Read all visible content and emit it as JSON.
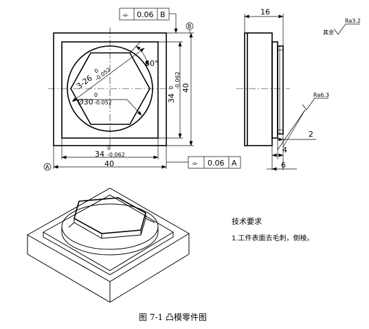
{
  "front_view": {
    "flatness_top": {
      "symbol": "⌯",
      "value": "0.06",
      "datum": "B"
    },
    "flatness_bottom": {
      "symbol": "⌯",
      "value": "0.06",
      "datum": "A"
    },
    "datum_a": "A",
    "datum_b": "B",
    "hex_dim_value": "3-26",
    "hex_dim_upper": "0",
    "hex_dim_lower": "-0.052",
    "angle": "60°",
    "circle_dim_value": "Ø30",
    "circle_dim_upper": "0",
    "circle_dim_lower": "-0.052",
    "inner_width_value": "34",
    "inner_width_upper": "0",
    "inner_width_lower": "-0.062",
    "outer_width": "40",
    "inner_height_value": "34",
    "inner_height_upper": "0",
    "inner_height_lower": "-0.062",
    "outer_height": "40"
  },
  "side_view": {
    "overall_length": "16",
    "roughness_other": {
      "prefix": "其余",
      "value": "Ra3.2"
    },
    "roughness_face": "Ra6.3",
    "dim_2": "2",
    "dim_4": "4",
    "dim_6": "6"
  },
  "tech_requirements": {
    "title": "技术要求",
    "item1": "1.工件表面去毛刺，倒棱。"
  },
  "caption": "图 7-1  凸模零件图"
}
